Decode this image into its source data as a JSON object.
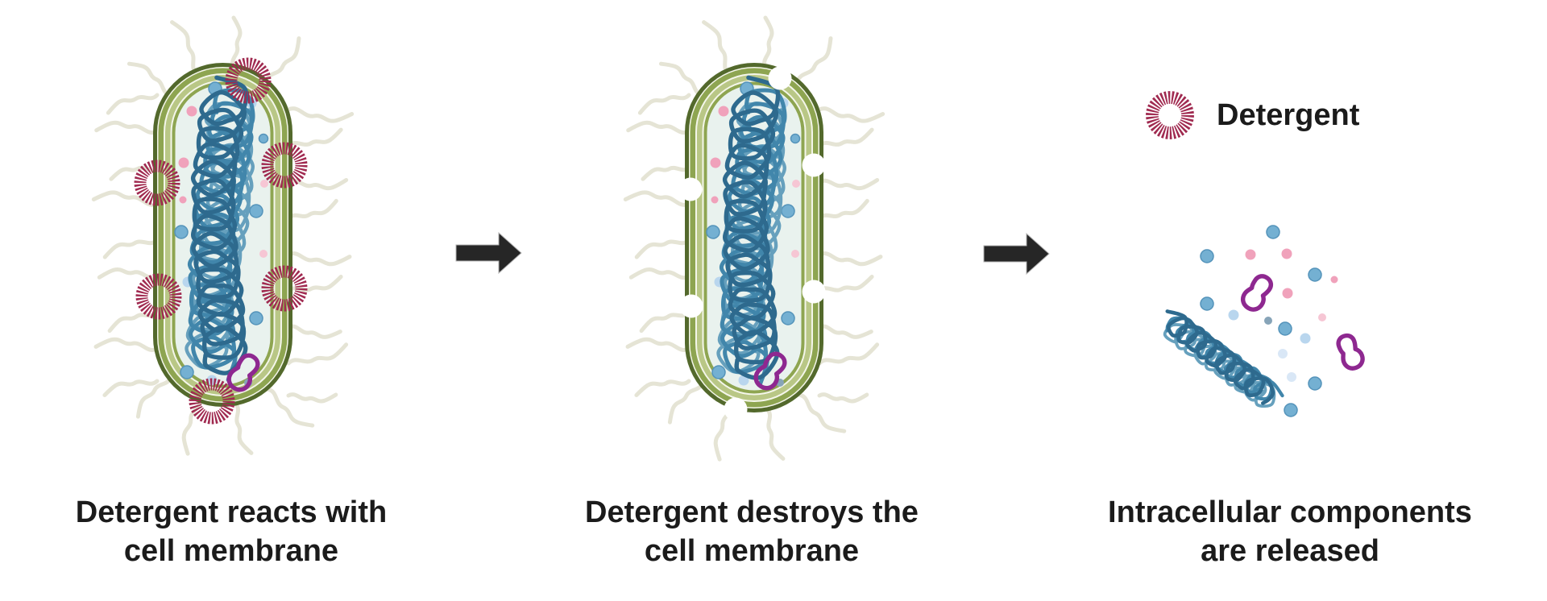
{
  "diagram": {
    "legend": {
      "label": "Detergent"
    },
    "panels": [
      {
        "caption_line1": "Detergent reacts with",
        "caption_line2": "cell membrane"
      },
      {
        "caption_line1": "Detergent destroys the",
        "caption_line2": "cell membrane"
      },
      {
        "caption_line1": "Intracellular components",
        "caption_line2": "are released"
      }
    ],
    "colors": {
      "background": "#ffffff",
      "caption_text": "#1b1b1b",
      "arrow": "#262626",
      "membrane_dark": "#53692c",
      "membrane_mid": "#8ea551",
      "membrane_light": "#b9c786",
      "membrane_gap": "#f4f6ea",
      "cytoplasm": "#e9f2ee",
      "flagella": "#e5e4d5",
      "detergent": "#a02a50",
      "dna_dark": "#2e6a8e",
      "dna_mid": "#4186ab",
      "dna_light": "#66a0bd",
      "plasmid": "#8e2890",
      "dot_blue": "#74b0d2",
      "dot_blue_edge": "#5493ba",
      "dot_lightblue": "#b9d6ee",
      "dot_paleblue": "#d9e7f6",
      "dot_pink": "#f0a2bb",
      "dot_palepink": "#f6c6d4",
      "dot_grayblue": "#87a4b8"
    }
  }
}
